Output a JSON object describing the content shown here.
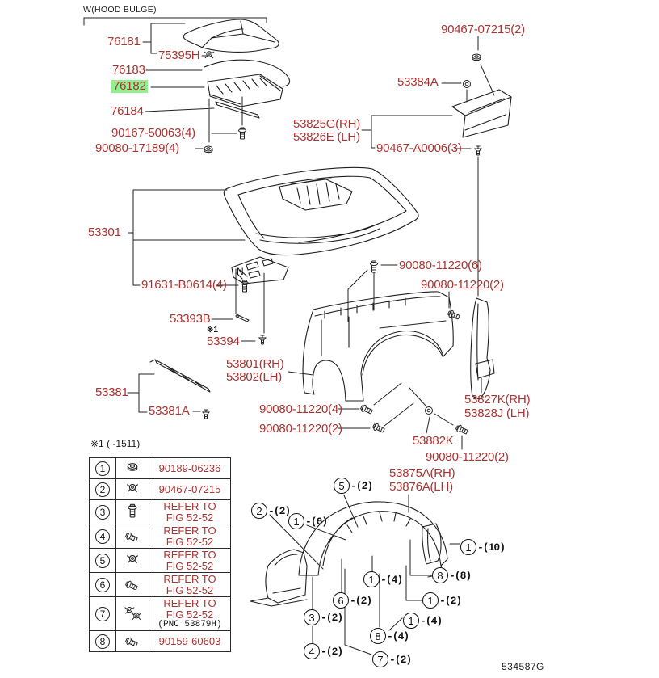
{
  "notes": {
    "hood_bulge": "W(HOOD BULGE)",
    "ref1": "※1",
    "effectivity": "※1 (      -1511)",
    "figure_code": "534587G",
    "art_letter_n": "N"
  },
  "colors": {
    "part_label_red": "#a93434",
    "highlight_green": "#8ff08f",
    "line_black": "#222222"
  },
  "part_labels": [
    {
      "text": "76181"
    },
    {
      "text": "75395H"
    },
    {
      "text": "76183"
    },
    {
      "text": "76182",
      "highlighted": true
    },
    {
      "text": "76184"
    },
    {
      "text": "90167-50063(4)"
    },
    {
      "text": "90080-17189(4)"
    },
    {
      "text": "90467-07215(2)"
    },
    {
      "text": "53384A"
    },
    {
      "text": "53825G(RH)"
    },
    {
      "text": "53826E (LH)"
    },
    {
      "text": "90467-A0006(3)"
    },
    {
      "text": "53301"
    },
    {
      "text": "91631-B0614(4)"
    },
    {
      "text": "53393B"
    },
    {
      "text": "53394"
    },
    {
      "text": "90080-11220(6)"
    },
    {
      "text": "90080-11220(2)"
    },
    {
      "text": "53801(RH)"
    },
    {
      "text": "53802(LH)"
    },
    {
      "text": "53381"
    },
    {
      "text": "53381A"
    },
    {
      "text": "90080-11220(4)"
    },
    {
      "text": "90080-11220(2)"
    },
    {
      "text": "53827K(RH)"
    },
    {
      "text": "53828J (LH)"
    },
    {
      "text": "53882K"
    },
    {
      "text": "90080-11220(2)"
    },
    {
      "text": "53875A(RH)"
    },
    {
      "text": "53876A(LH)"
    }
  ],
  "callouts": [
    {
      "num": "5",
      "count": "-(2)"
    },
    {
      "num": "2",
      "count": "-(2)"
    },
    {
      "num": "1",
      "count": "-(6)"
    },
    {
      "num": "1",
      "count": "-(10)"
    },
    {
      "num": "1",
      "count": "-(4)"
    },
    {
      "num": "8",
      "count": "-(8)"
    },
    {
      "num": "6",
      "count": "-(2)"
    },
    {
      "num": "1",
      "count": "-(2)"
    },
    {
      "num": "3",
      "count": "-(2)"
    },
    {
      "num": "1",
      "count": "-(4)"
    },
    {
      "num": "8",
      "count": "-(4)"
    },
    {
      "num": "4",
      "count": "-(2)"
    },
    {
      "num": "7",
      "count": "-(2)"
    }
  ],
  "table": {
    "rows": [
      {
        "no": "1",
        "icon": "nut-fastener-icon",
        "line1": "90189-06236",
        "line2": "",
        "note": ""
      },
      {
        "no": "2",
        "icon": "clip-fastener-icon",
        "line1": "90467-07215",
        "line2": "",
        "note": ""
      },
      {
        "no": "3",
        "icon": "bolt-fastener-icon",
        "line1": "REFER TO",
        "line2": "FIG 52-52",
        "note": ""
      },
      {
        "no": "4",
        "icon": "screw-fastener-icon",
        "line1": "REFER TO",
        "line2": "FIG 52-52",
        "note": ""
      },
      {
        "no": "5",
        "icon": "clip-fastener-icon",
        "line1": "REFER TO",
        "line2": "FIG 52-52",
        "note": ""
      },
      {
        "no": "6",
        "icon": "screw-fastener-icon",
        "line1": "REFER TO",
        "line2": "FIG 52-52",
        "note": ""
      },
      {
        "no": "7",
        "icon": "double-clip-fastener-icon",
        "line1": "REFER TO",
        "line2": "FIG 52-52",
        "note": "(PNC 53879H)"
      },
      {
        "no": "8",
        "icon": "screw-fastener-icon",
        "line1": "90159-60603",
        "line2": "",
        "note": ""
      }
    ]
  }
}
